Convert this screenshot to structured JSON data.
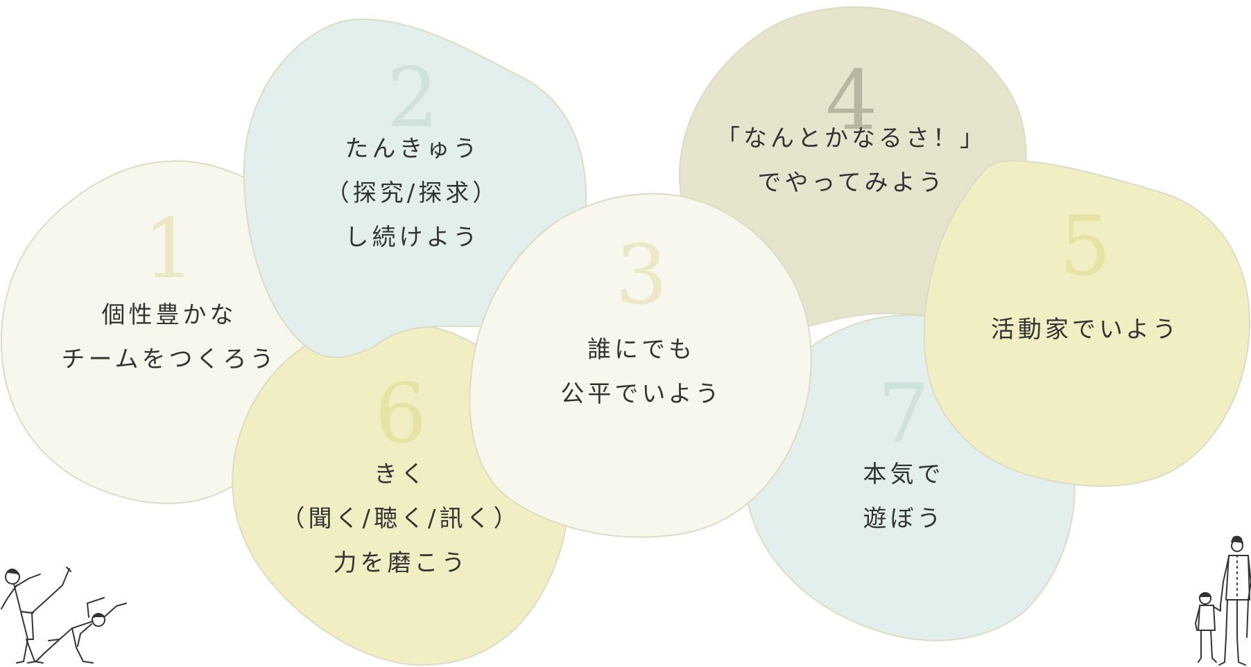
{
  "colors": {
    "cream": "#f8f7ed",
    "mint": "#e3efec",
    "khaki": "#e7e4cd",
    "yellow": "#f2eec4",
    "outline": "#dcdcc4",
    "num_cream": "#ece7c5",
    "num_mint": "#cfe2dc",
    "num_khaki": "#b7b5a3",
    "num_yellow": "#e8e2a5",
    "text": "#333333"
  },
  "principles": [
    {
      "number": "1",
      "lines": [
        "個性豊かな",
        "チームをつくろう"
      ]
    },
    {
      "number": "2",
      "lines": [
        "たんきゅう",
        "（探究/探求）",
        "し続けよう"
      ]
    },
    {
      "number": "3",
      "lines": [
        "誰にでも",
        "公平でいよう"
      ]
    },
    {
      "number": "4",
      "lines": [
        "「なんとかなるさ！」",
        "でやってみよう"
      ]
    },
    {
      "number": "5",
      "lines": [
        "活動家でいよう"
      ]
    },
    {
      "number": "6",
      "lines": [
        "きく",
        "（聞く/聴く/訊く）",
        "力を磨こう"
      ]
    },
    {
      "number": "7",
      "lines": [
        "本気で",
        "遊ぼう"
      ]
    }
  ],
  "illustrations": {
    "left": "dancing-people-illustration",
    "right": "parent-child-walking-illustration"
  }
}
